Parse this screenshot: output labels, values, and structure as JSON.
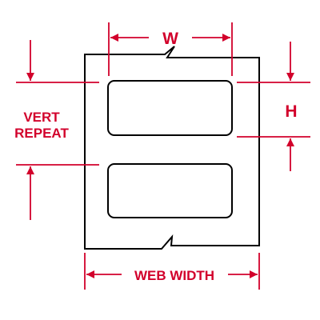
{
  "diagram": {
    "labels": {
      "width": "W",
      "height": "H",
      "vert_repeat_line1": "VERT",
      "vert_repeat_line2": "REPEAT",
      "web_width": "WEB WIDTH"
    },
    "colors": {
      "dimension": "#d2002b",
      "outline": "#000000",
      "background": "#ffffff"
    }
  }
}
